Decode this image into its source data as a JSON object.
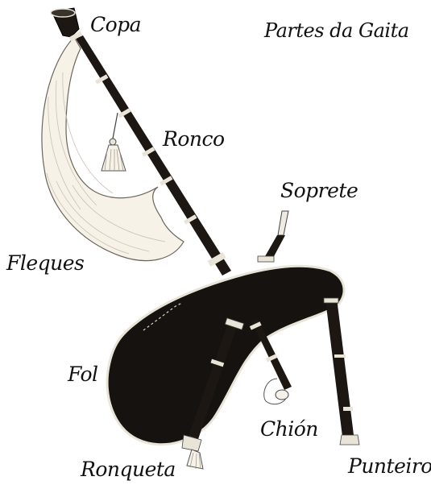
{
  "title": "Partes da Gaita",
  "labels": {
    "copa": "Copa",
    "ronco": "Ronco",
    "soprete": "Soprete",
    "fleques": "Fleques",
    "fol": "Fol",
    "chion": "Chión",
    "ronqueta": "Ronqueta",
    "punteiro": "Punteiro"
  },
  "colors": {
    "wood": "#1c1712",
    "ring": "#e9e4d8",
    "bag": "#15120f",
    "fringe": "#f6f2e8",
    "ink": "#111111"
  }
}
